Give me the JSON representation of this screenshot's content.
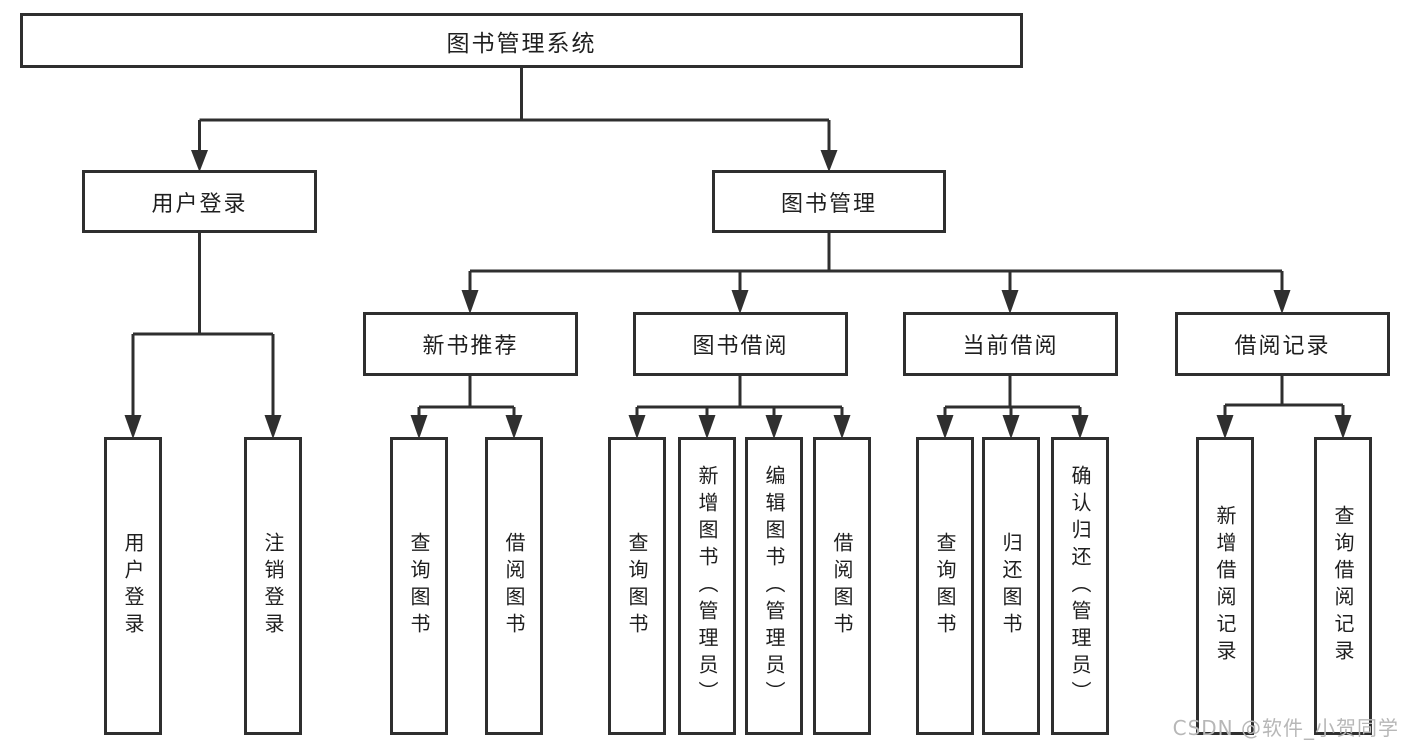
{
  "colors": {
    "line": "#2f2f2f",
    "box_border": "#2f2f2f",
    "box_fill": "#ffffff",
    "text": "#1f1f1f",
    "watermark": "#b7b7b7"
  },
  "tree": {
    "root": "图书管理系统",
    "branches": [
      {
        "label": "用户登录",
        "children": [
          "用户登录",
          "注销登录"
        ]
      },
      {
        "label": "图书管理",
        "groups": [
          {
            "label": "新书推荐",
            "children": [
              "查询图书",
              "借阅图书"
            ]
          },
          {
            "label": "图书借阅",
            "children": [
              "查询图书",
              "新增图书（管理员）",
              "编辑图书（管理员）",
              "借阅图书"
            ]
          },
          {
            "label": "当前借阅",
            "children": [
              "查询图书",
              "归还图书",
              "确认归还（管理员）"
            ]
          },
          {
            "label": "借阅记录",
            "children": [
              "新增借阅记录",
              "查询借阅记录"
            ]
          }
        ]
      }
    ]
  },
  "watermark": "CSDN @软件_小贺同学"
}
